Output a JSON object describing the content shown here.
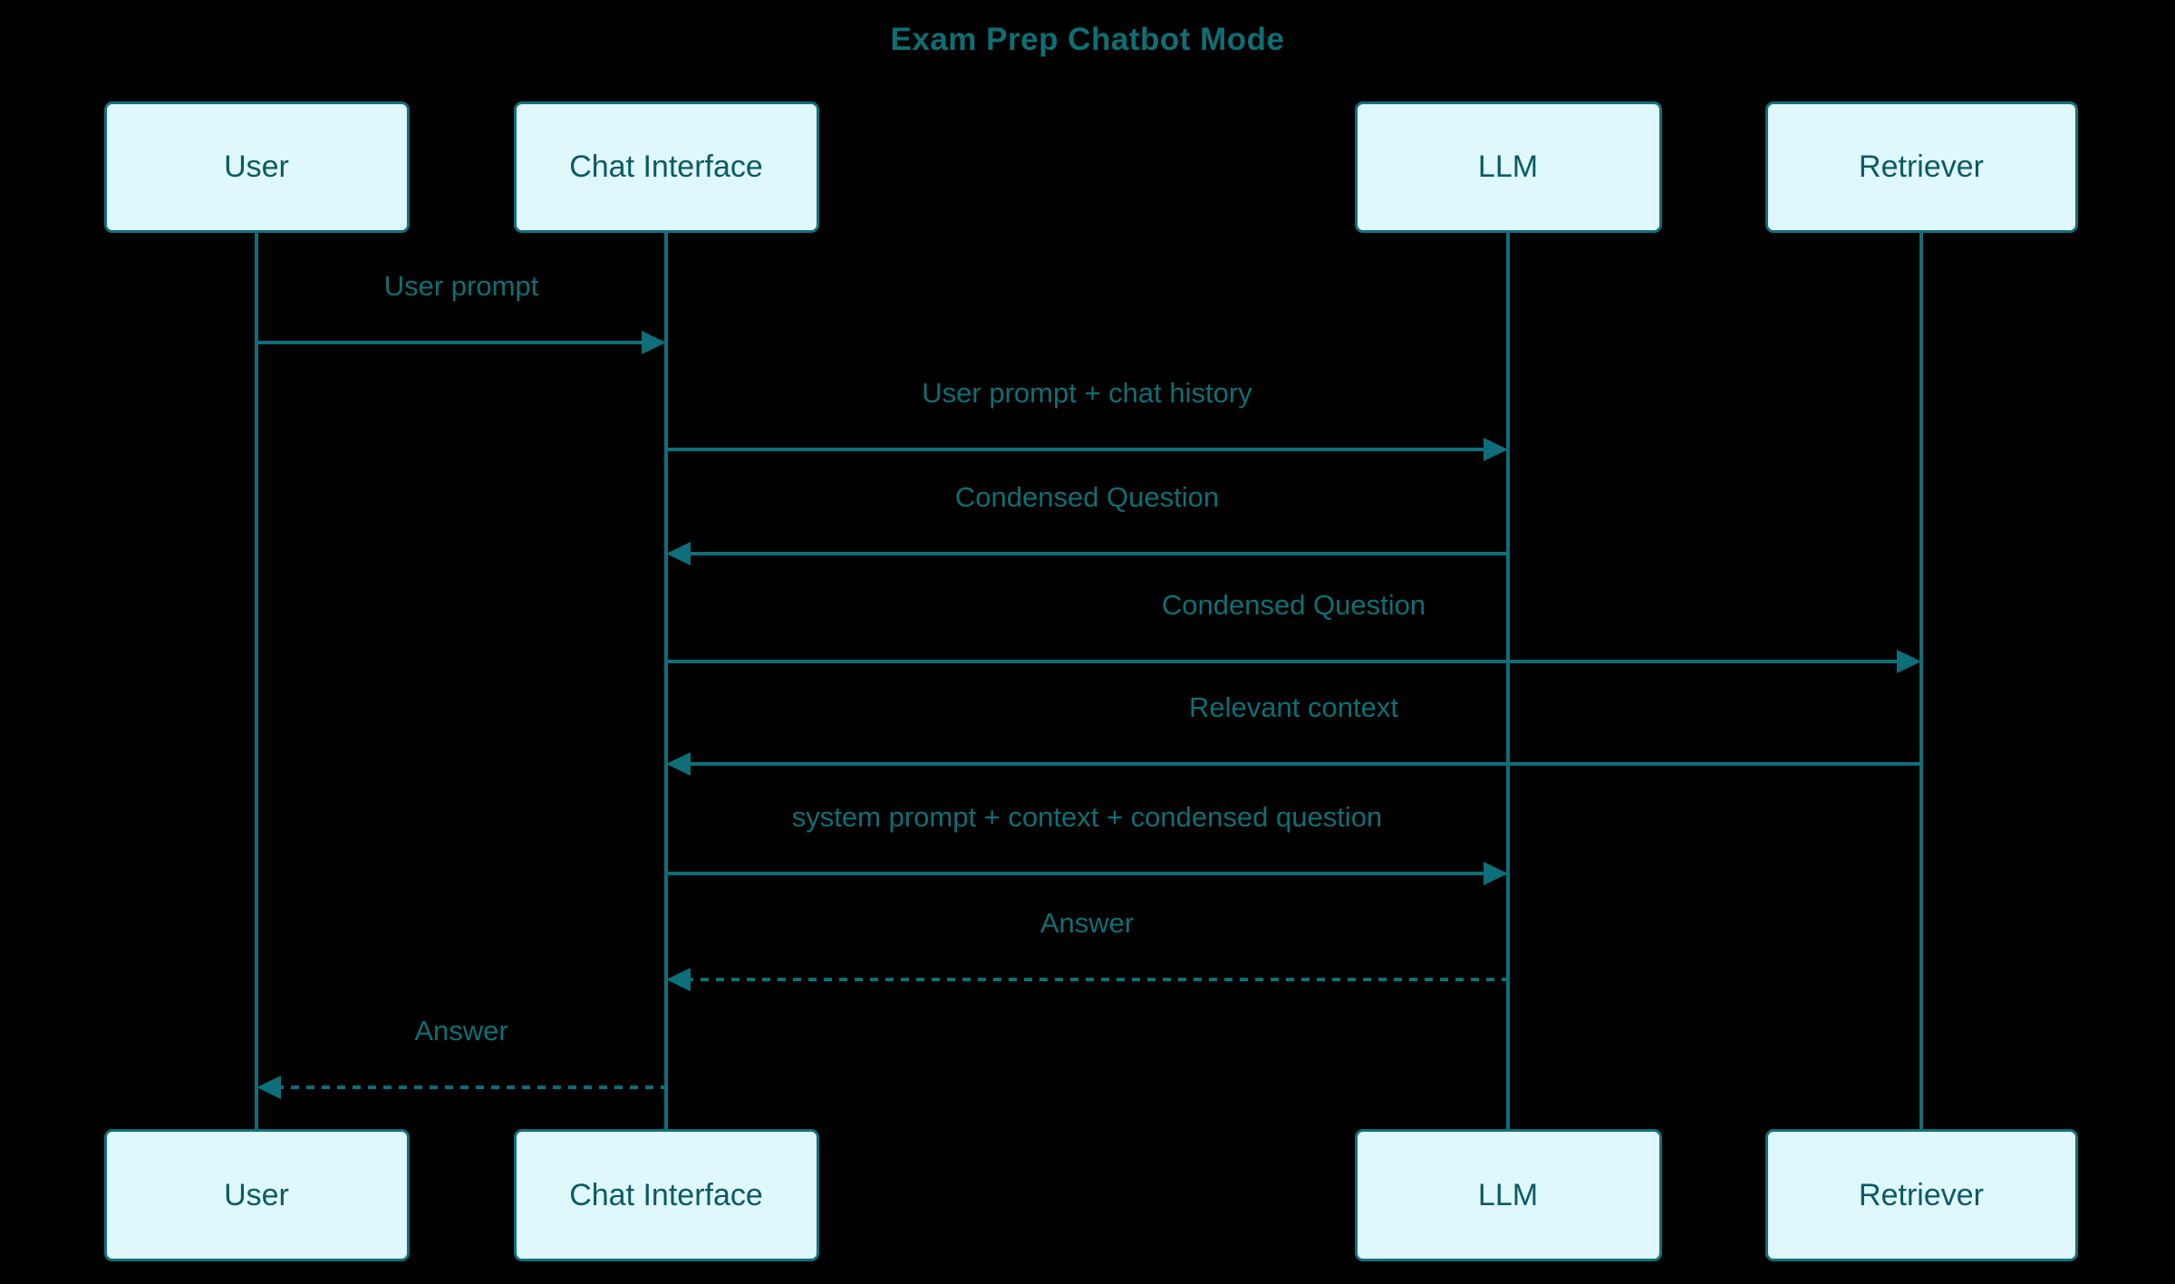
{
  "diagram": {
    "type": "sequence-diagram",
    "title": "Exam Prep Chatbot Mode"
  },
  "colors": {
    "background": "#000000",
    "actor_fill": "#dff8fb",
    "actor_border": "#12707c",
    "actor_text": "#0b5a64",
    "line": "#0e6e79",
    "message_text": "#0e6f73",
    "title_text": "#0e6f73"
  },
  "actors": [
    {
      "id": "user",
      "label": "User"
    },
    {
      "id": "chat",
      "label": "Chat Interface"
    },
    {
      "id": "llm",
      "label": "LLM"
    },
    {
      "id": "retriever",
      "label": "Retriever"
    }
  ],
  "messages": [
    {
      "from": "user",
      "to": "chat",
      "text": "User prompt",
      "line": "solid"
    },
    {
      "from": "chat",
      "to": "llm",
      "text": "User prompt + chat history",
      "line": "solid"
    },
    {
      "from": "llm",
      "to": "chat",
      "text": "Condensed Question",
      "line": "solid"
    },
    {
      "from": "chat",
      "to": "retriever",
      "text": "Condensed Question",
      "line": "solid"
    },
    {
      "from": "retriever",
      "to": "chat",
      "text": "Relevant context",
      "line": "solid"
    },
    {
      "from": "chat",
      "to": "llm",
      "text": "system prompt + context + condensed question",
      "line": "solid"
    },
    {
      "from": "llm",
      "to": "chat",
      "text": "Answer",
      "line": "dashed"
    },
    {
      "from": "chat",
      "to": "user",
      "text": "Answer",
      "line": "dashed"
    }
  ]
}
